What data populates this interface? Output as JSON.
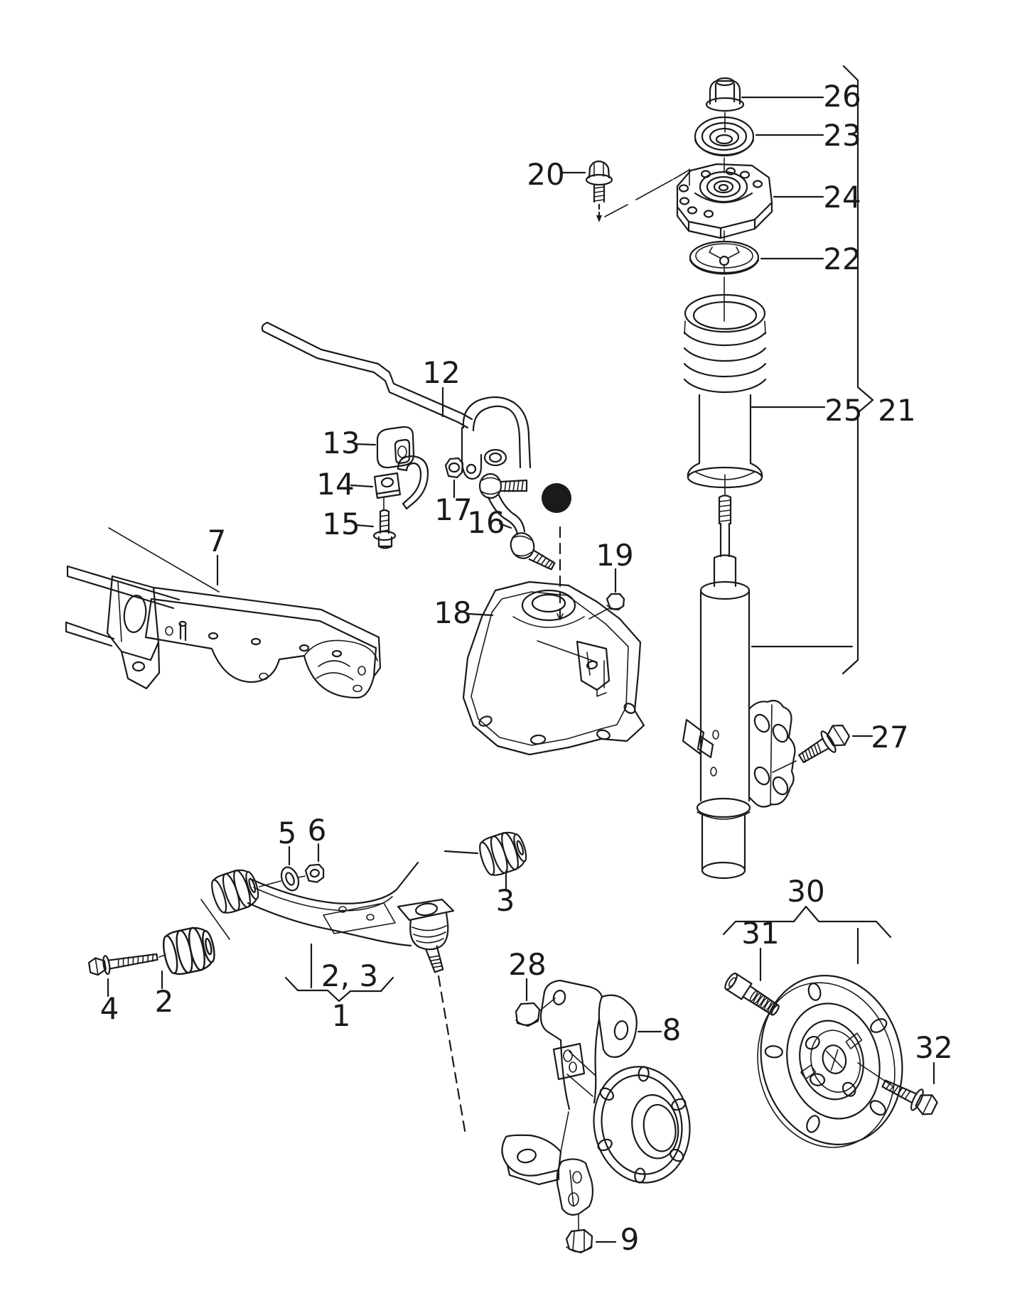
{
  "diagram": {
    "kind": "exploded-parts-diagram",
    "colors": {
      "line": "#1a1a1a",
      "background": "#ffffff",
      "highlight_marker": "#000000"
    },
    "callouts": {
      "n1": "1",
      "n2": "2",
      "n2_3": "2, 3",
      "n3": "3",
      "n4": "4",
      "n5": "5",
      "n6": "6",
      "n7": "7",
      "n8": "8",
      "n9": "9",
      "n12": "12",
      "n13": "13",
      "n14": "14",
      "n15": "15",
      "n16": "16",
      "n17": "17",
      "n18": "18",
      "n19": "19",
      "n20": "20",
      "n21": "21",
      "n22": "22",
      "n23": "23",
      "n24": "24",
      "n25": "25",
      "n26": "26",
      "n27": "27",
      "n28": "28",
      "n30": "30",
      "n31": "31",
      "n32": "32"
    }
  }
}
